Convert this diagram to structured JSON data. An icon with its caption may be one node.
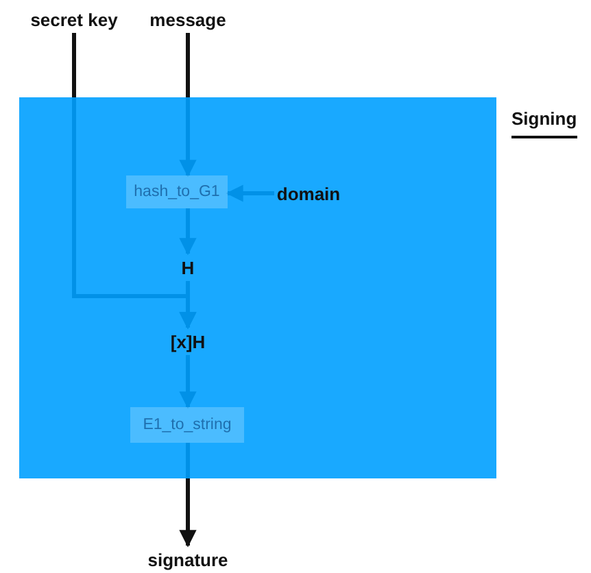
{
  "diagram": {
    "nodes": [
      {
        "text": [
          "Signing"
        ]
      },
      {
        "text": [
          "secret key"
        ]
      },
      {
        "text": [
          "message"
        ]
      },
      {
        "text": [
          "hash_to_G1"
        ],
        "in": 0
      },
      {
        "text": [
          "domain"
        ],
        "in": 0
      },
      {
        "text": [
          "H"
        ],
        "in": 0
      },
      {
        "text": [
          "[x]H"
        ],
        "in": 0
      },
      {
        "text": [
          "E1_to_string"
        ],
        "in": 0
      },
      {
        "text": [
          "signature"
        ]
      }
    ],
    "edges": [
      {
        "from": 2,
        "to": 3,
        "arrow": "to"
      },
      {
        "from": 4,
        "to": 3,
        "arrow": "to"
      },
      {
        "from": 3,
        "to": 5,
        "arrow": "to"
      },
      {
        "from": 1,
        "to": 6,
        "arrow": "to"
      },
      {
        "from": 5,
        "to": 6,
        "arrow": "to"
      },
      {
        "from": 6,
        "to": 7,
        "arrow": "to"
      },
      {
        "from": 7,
        "to": 8,
        "arrow": "to"
      }
    ]
  }
}
